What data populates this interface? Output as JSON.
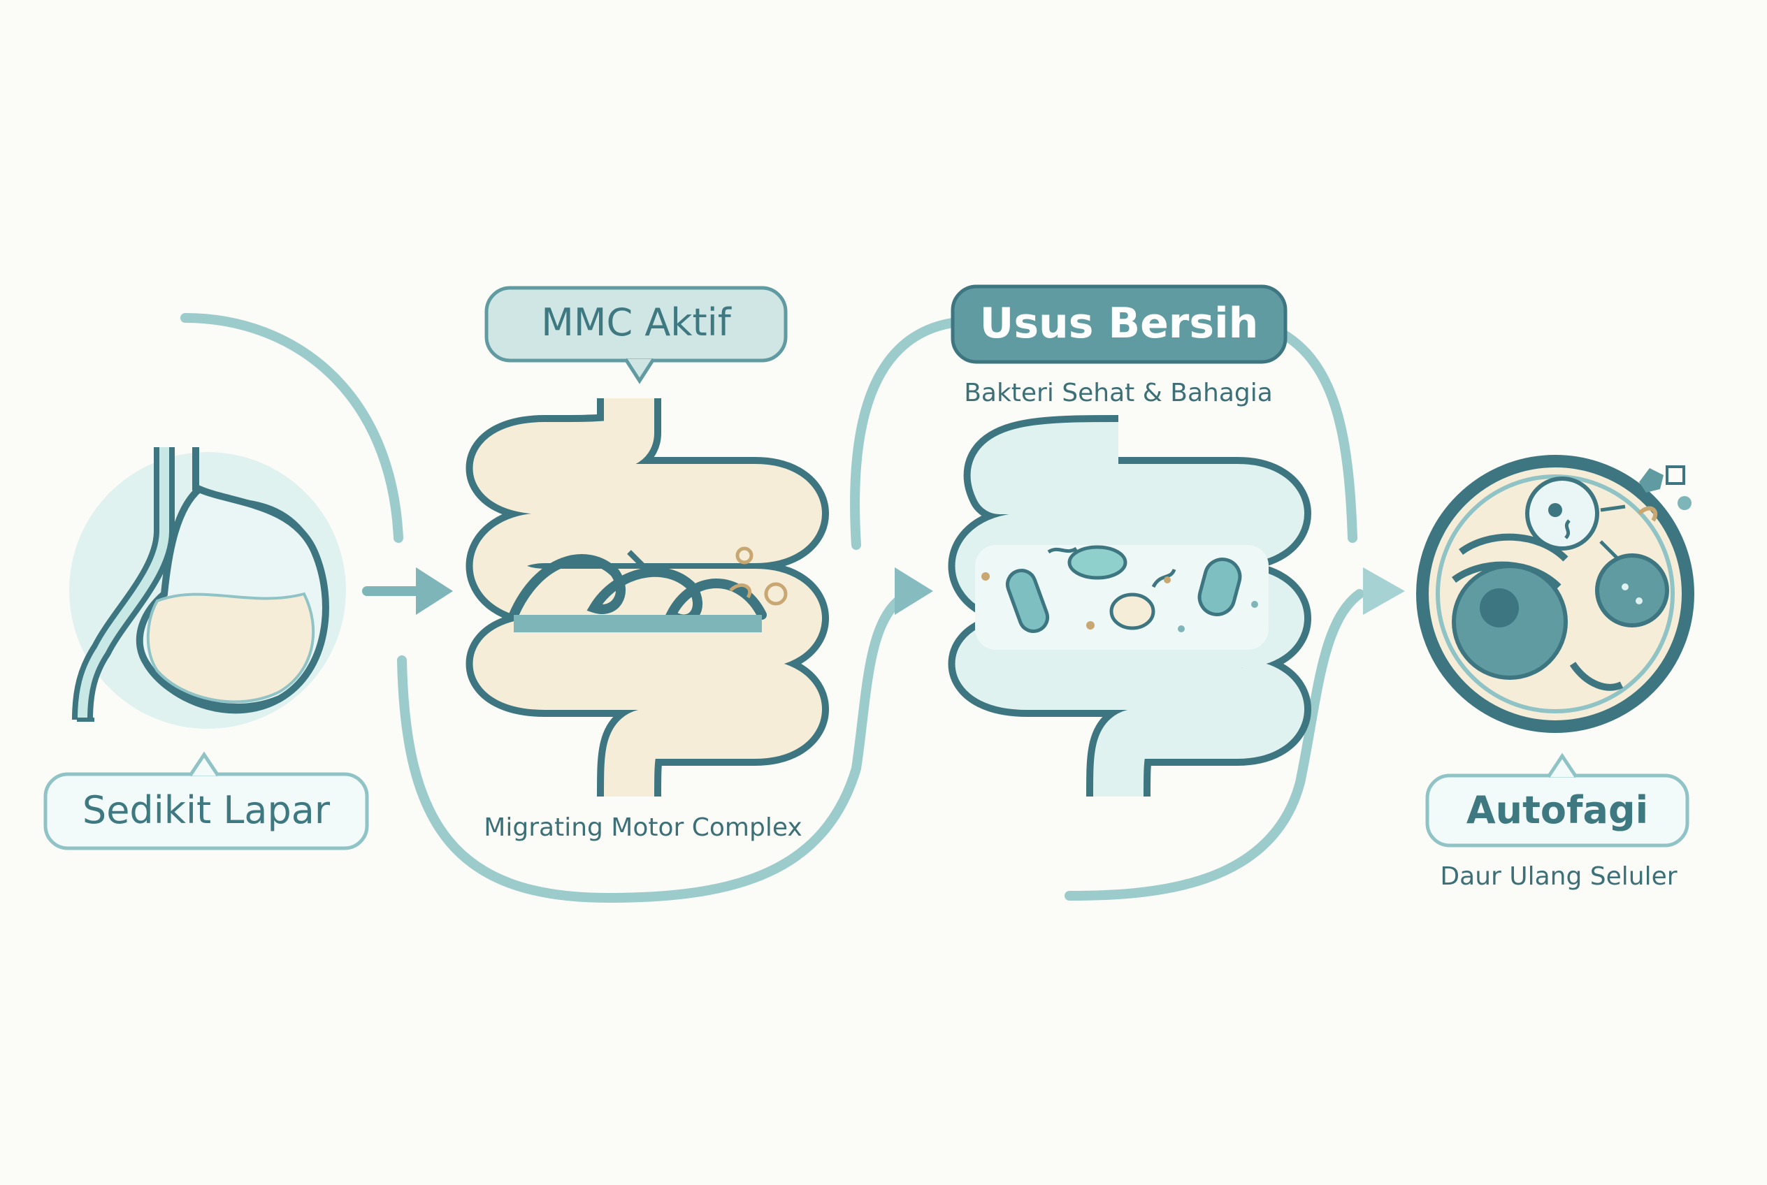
{
  "steps": [
    {
      "title": "Sedikit Lapar",
      "subtitle": ""
    },
    {
      "title": "MMC Aktif",
      "subtitle": "Migrating Motor Complex"
    },
    {
      "title": "Usus Bersih",
      "subtitle": "Bakteri Sehat & Bahagia"
    },
    {
      "title": "Autofagi",
      "subtitle": "Daur Ulang Seluler"
    }
  ],
  "colors": {
    "background": "#fbfbf8",
    "teal_dark": "#3d7680",
    "teal_mid": "#8fc3c6",
    "teal_light": "#dff2f0",
    "cream": "#f6edd9",
    "pill_dark": "#5f9ba0"
  },
  "icons": [
    "stomach-icon",
    "intestine-wave-icon",
    "intestine-bacteria-icon",
    "cell-autophagy-icon"
  ]
}
